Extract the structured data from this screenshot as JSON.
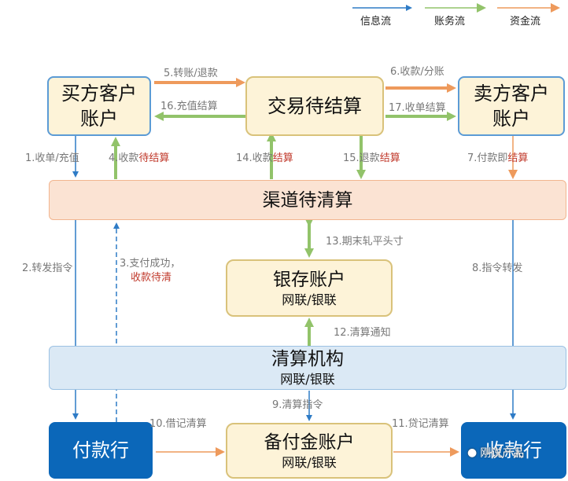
{
  "legend": {
    "info": "信息流",
    "account": "账务流",
    "fund": "资金流"
  },
  "colors": {
    "info": "#2e7bc6",
    "account": "#92c36a",
    "fund": "#ee9a5c"
  },
  "nodes": {
    "buyer": "买方客户账户",
    "pending": "交易待结算",
    "seller": "卖方客户账户",
    "channel": "渠道待清算",
    "bank_title": "银存账户",
    "bank_sub": "网联/银联",
    "clearing_title": "清算机构",
    "clearing_sub": "网联/银联",
    "payer_bank": "付款行",
    "reserve_title": "备付金账户",
    "reserve_sub": "网联/银联",
    "payee_bank": "收款行"
  },
  "flows": {
    "f1": "1.收单/充值",
    "f2": "2.转发指令",
    "f3_a": "3.支付成功，",
    "f3_b": "收款待清",
    "f4_a": "4.收款",
    "f4_b": "待结算",
    "f5": "5.转账/退款",
    "f6": "6.收款/分账",
    "f7_a": "7.付款即",
    "f7_b": "结算",
    "f8": "8.指令转发",
    "f9": "9.清算指令",
    "f10": "10.借记清算",
    "f11": "11.贷记清算",
    "f12": "12.清算通知",
    "f13": "13.期末轧平头寸",
    "f14_a": "14.收款",
    "f14_b": "结算",
    "f15_a": "15.退款",
    "f15_b": "结算",
    "f16": "16.充值结算",
    "f17": "17.收单结算"
  },
  "watermark": "刚说产品"
}
